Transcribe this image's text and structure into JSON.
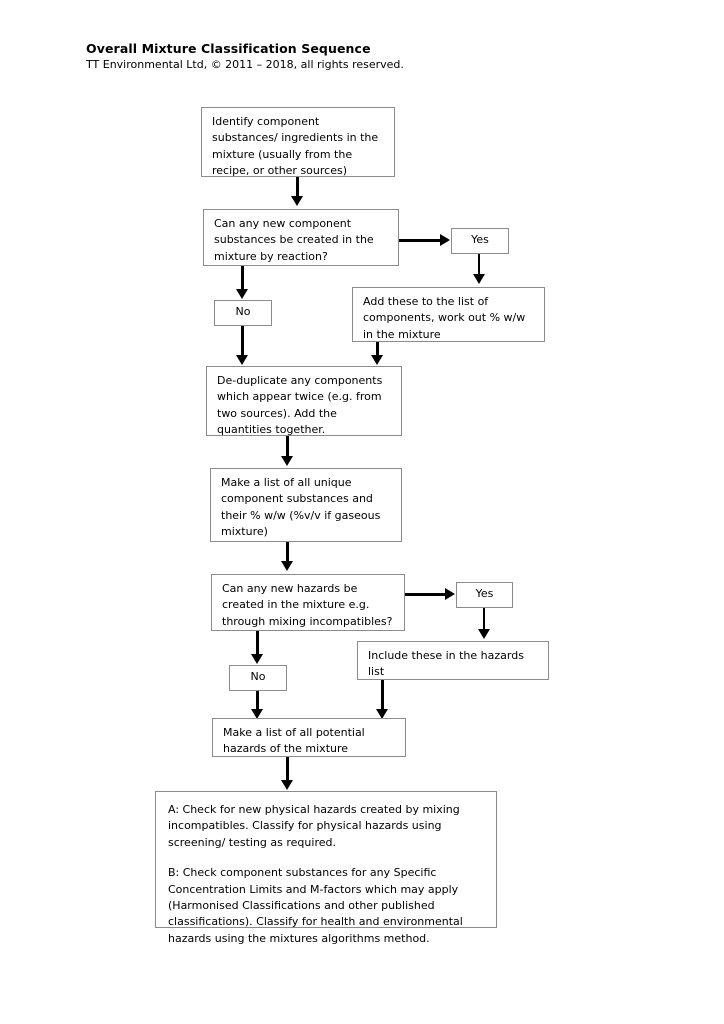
{
  "header": {
    "title": "Overall Mixture Classification Sequence",
    "subtitle": "TT Environmental Ltd, © 2011 – 2018, all rights reserved."
  },
  "flowchart": {
    "nodes": [
      {
        "id": "identify-components",
        "text": "Identify component substances/ ingredients in the mixture (usually from the recipe, or other sources)"
      },
      {
        "id": "new-substances-question",
        "text": "Can any new component substances be created in the mixture by reaction?"
      },
      {
        "id": "new-substances-yes",
        "text": "Yes"
      },
      {
        "id": "new-substances-no",
        "text": "No"
      },
      {
        "id": "add-to-list",
        "text": "Add these to the list of components, work out % w/w in the mixture"
      },
      {
        "id": "de-duplicate",
        "text": "De-duplicate any components which appear twice (e.g. from two sources).  Add the quantities together."
      },
      {
        "id": "make-unique-list",
        "text": "Make a list of all unique component substances and their % w/w (%v/v if gaseous mixture)"
      },
      {
        "id": "new-hazards-question",
        "text": "Can any new hazards be created in the mixture e.g. through mixing incompatibles?"
      },
      {
        "id": "new-hazards-yes",
        "text": "Yes"
      },
      {
        "id": "new-hazards-no",
        "text": "No"
      },
      {
        "id": "include-in-hazards-list",
        "text": "Include these in the hazards list"
      },
      {
        "id": "potential-hazards-list",
        "text": "Make a list of all potential hazards of the mixture"
      },
      {
        "id": "final-checks-a",
        "text": "A: Check for new physical hazards created by mixing incompatibles. Classify for physical hazards using screening/ testing as required."
      },
      {
        "id": "final-checks-b",
        "text": "B: Check component substances for any Specific Concentration Limits and M-factors which may apply (Harmonised Classifications and other published classifications). Classify for health and environmental hazards using the mixtures algorithms method."
      }
    ]
  },
  "colors": {
    "box_border": "#8c8c8c",
    "connector": "#000000",
    "text": "#000000",
    "background": "#ffffff"
  }
}
